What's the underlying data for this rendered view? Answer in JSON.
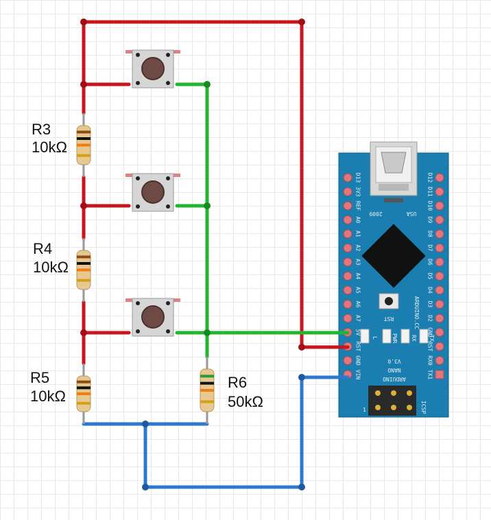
{
  "colors": {
    "vcc_wire": "#c8161d",
    "signal_wire": "#22b530",
    "gnd_wire": "#2f78cf",
    "board": "#1a7fb0",
    "pad": "#e2767d"
  },
  "resistors": [
    {
      "ref": "R3",
      "value": "10kΩ",
      "bands": [
        "#8c4a14",
        "#111111",
        "#f07d12",
        "#d4a017"
      ]
    },
    {
      "ref": "R4",
      "value": "10kΩ",
      "bands": [
        "#8c4a14",
        "#111111",
        "#f07d12",
        "#d4a017"
      ]
    },
    {
      "ref": "R5",
      "value": "10kΩ",
      "bands": [
        "#8c4a14",
        "#111111",
        "#f07d12",
        "#d4a017"
      ]
    },
    {
      "ref": "R6",
      "value": "50kΩ",
      "bands": [
        "#2e9a39",
        "#111111",
        "#f07d12",
        "#d4a017"
      ]
    }
  ],
  "buttons": [
    {
      "name": "pushbutton-1"
    },
    {
      "name": "pushbutton-2"
    },
    {
      "name": "pushbutton-3"
    }
  ],
  "arduino": {
    "left_pins": [
      "D13",
      "3V3",
      "REF",
      "A0",
      "A1",
      "A2",
      "A3",
      "A4",
      "A5",
      "A6",
      "A7",
      "5V",
      "RST",
      "GND",
      "VIN"
    ],
    "right_pins": [
      "D12",
      "D11",
      "D10",
      "D9",
      "D8",
      "D7",
      "D6",
      "D5",
      "D4",
      "D3",
      "D2",
      "GND",
      "RST",
      "RX0",
      "TX1"
    ],
    "year": "2009",
    "usa": "USA",
    "rst_label": "RST",
    "brand": "ARDUINO.CC",
    "leds": [
      "L",
      "PWR",
      "RX",
      "TX"
    ],
    "version": "V3.0",
    "model": "NANO",
    "name": "ARDUINO",
    "icsp": "ICSP",
    "pin1_mark": "1"
  }
}
